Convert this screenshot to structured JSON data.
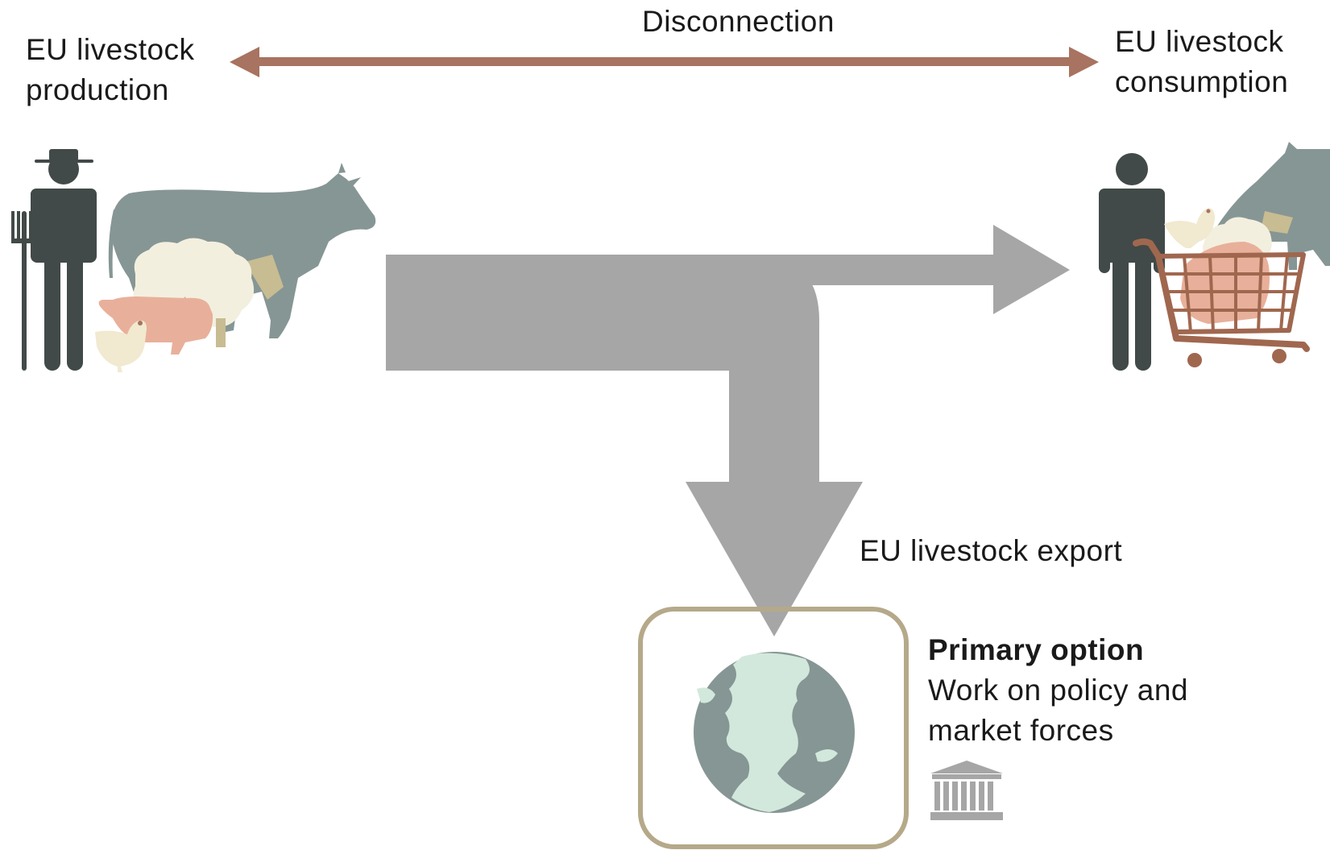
{
  "labels": {
    "disconnection": "Disconnection",
    "production": {
      "line1": "EU livestock",
      "line2": "production"
    },
    "consumption": {
      "line1": "EU livestock",
      "line2": "consumption"
    },
    "export": "EU livestock export"
  },
  "option": {
    "heading": "Primary option",
    "line1": "Work on policy and",
    "line2": "market forces"
  },
  "icons": [
    "farmer-icon",
    "cow-icon",
    "sheep-icon",
    "pig-icon",
    "chicken-icon",
    "consumer-icon",
    "shopping-cart-icon",
    "globe-icon",
    "government-building-icon"
  ],
  "colors": {
    "arrow_disconnection": "#a87360",
    "flow_arrow": "#a6a6a6",
    "person": "#414a48",
    "cow": "#869694",
    "sheep": "#f3efdf",
    "pig": "#e8b09a",
    "chicken": "#f1e9d0",
    "cart": "#a0674f",
    "globe_sea": "#869694",
    "globe_land": "#d3e8dc",
    "frame": "#b5a98a",
    "building": "#a6a6a6"
  }
}
